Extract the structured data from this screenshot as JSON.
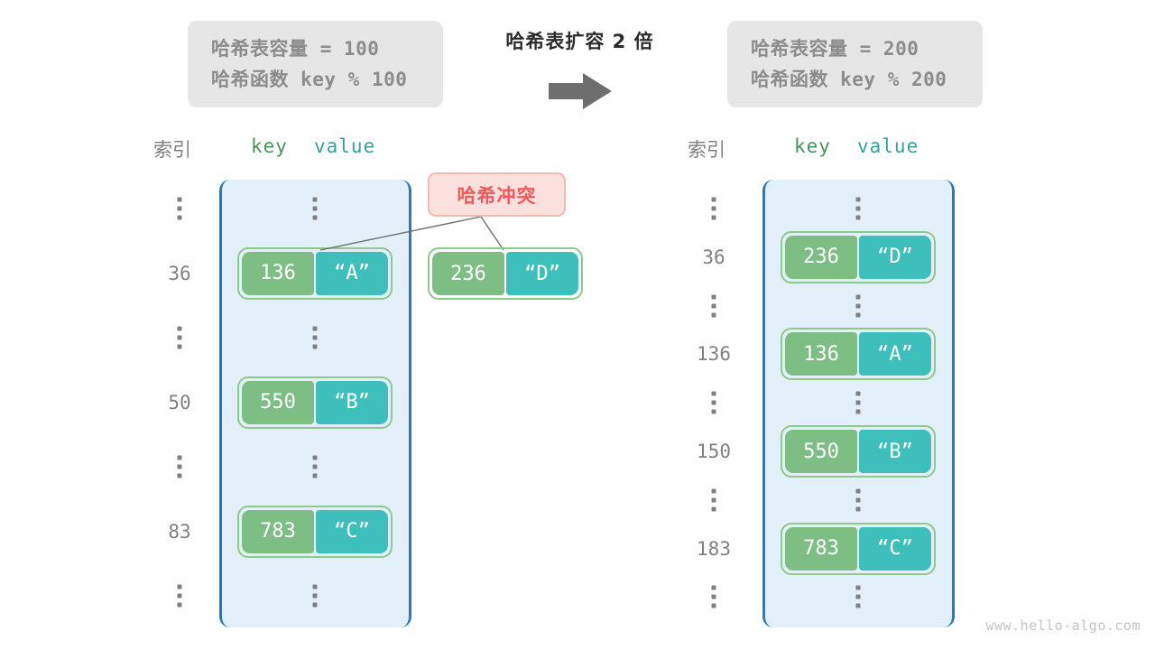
{
  "left_panel": {
    "info": {
      "capacity_line": "哈希表容量 = 100",
      "hash_fn_line": "哈希函数 key % 100"
    },
    "headers": {
      "index": "索引",
      "key": "key",
      "value": "value"
    },
    "rows": [
      {
        "index": "⋮",
        "type": "ellipsis"
      },
      {
        "index": "36",
        "type": "pair",
        "key": "136",
        "value": "“A”"
      },
      {
        "index": "⋮",
        "type": "ellipsis"
      },
      {
        "index": "50",
        "type": "pair",
        "key": "550",
        "value": "“B”"
      },
      {
        "index": "⋮",
        "type": "ellipsis"
      },
      {
        "index": "83",
        "type": "pair",
        "key": "783",
        "value": "“C”"
      },
      {
        "index": "⋮",
        "type": "ellipsis"
      }
    ],
    "collision": {
      "label": "哈希冲突",
      "overflow_pair": {
        "key": "236",
        "value": "“D”"
      }
    }
  },
  "middle": {
    "caption": "哈希表扩容 2 倍",
    "arrow_icon": "arrow-right-icon"
  },
  "right_panel": {
    "info": {
      "capacity_line": "哈希表容量 = 200",
      "hash_fn_line": "哈希函数 key % 200"
    },
    "headers": {
      "index": "索引",
      "key": "key",
      "value": "value"
    },
    "rows": [
      {
        "index": "⋮",
        "type": "ellipsis"
      },
      {
        "index": "36",
        "type": "pair",
        "key": "236",
        "value": "“D”"
      },
      {
        "index": "⋮",
        "type": "ellipsis"
      },
      {
        "index": "136",
        "type": "pair",
        "key": "136",
        "value": "“A”"
      },
      {
        "index": "⋮",
        "type": "ellipsis"
      },
      {
        "index": "150",
        "type": "pair",
        "key": "550",
        "value": "“B”"
      },
      {
        "index": "⋮",
        "type": "ellipsis"
      },
      {
        "index": "183",
        "type": "pair",
        "key": "783",
        "value": "“C”"
      },
      {
        "index": "⋮",
        "type": "ellipsis"
      }
    ]
  },
  "watermark": "www.hello-algo.com",
  "colors": {
    "key_cell": "#7ebe84",
    "value_cell": "#3fbfbc",
    "pair_border": "#8cc98a",
    "table_fill": "#e3f0fa",
    "table_border": "#1f7bc5",
    "collision_bg": "#fbe0de",
    "collision_text": "#f0585a",
    "info_bg": "#e6e6e6",
    "info_text": "#8c8c8c",
    "index_text": "#808080",
    "key_header": "#46965a",
    "value_header": "#3b9e9b",
    "arrow": "#6e6e6e"
  }
}
